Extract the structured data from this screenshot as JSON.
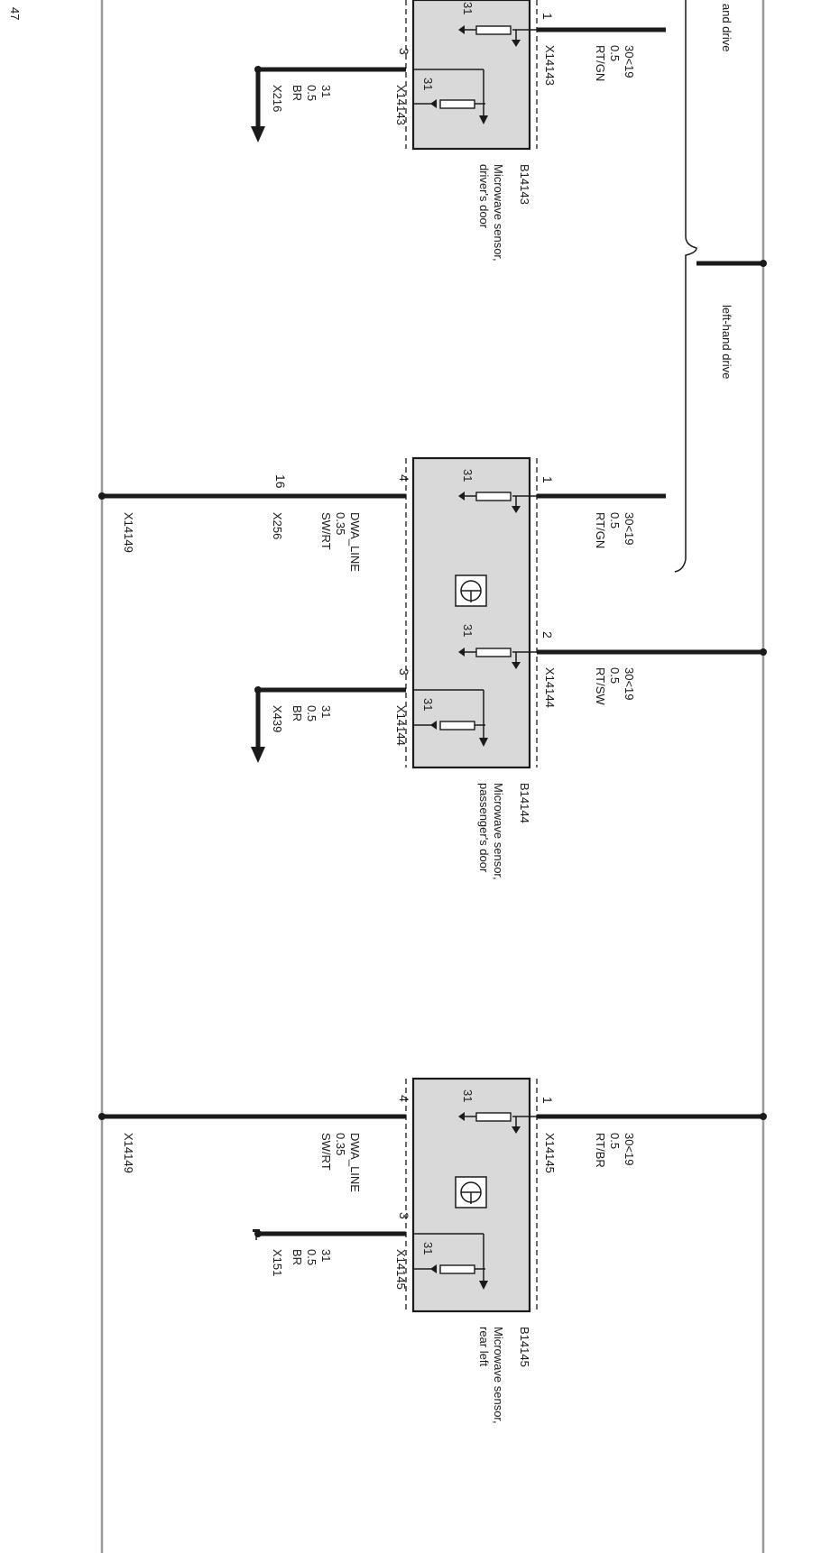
{
  "page": {
    "number": "47"
  },
  "brace_labels": {
    "top": "and drive",
    "middle": "left-hand drive"
  },
  "sensors": [
    {
      "id": "B14143",
      "name": "Microwave sensor,",
      "name2": "driver's door",
      "pins": {
        "p1": "1",
        "p3": "3"
      },
      "supply": {
        "signal": "30<19",
        "cross": "0.5",
        "color": "RT/GN",
        "connector": "X14143"
      },
      "ground": {
        "signal": "31",
        "cross": "0.5",
        "color": "BR",
        "connector": "X14143",
        "node": "X216"
      },
      "res_labels": [
        "31",
        "31"
      ]
    },
    {
      "id": "B14144",
      "name": "Microwave sensor,",
      "name2": "passenger's door",
      "pins": {
        "p1": "1",
        "p2": "2",
        "p3": "3",
        "p4": "4",
        "p16": "16"
      },
      "supply1": {
        "signal": "30<19",
        "cross": "0.5",
        "color": "RT/GN"
      },
      "supply2": {
        "signal": "30<19",
        "cross": "0.5",
        "color": "RT/SW",
        "connector": "X14144"
      },
      "line": {
        "signal": "DWA_LINE",
        "cross": "0.35",
        "color": "SW/RT",
        "node": "X256",
        "splice": "X14149"
      },
      "ground": {
        "signal": "31",
        "cross": "0.5",
        "color": "BR",
        "connector": "X14144",
        "node": "X439"
      },
      "res_labels": [
        "31",
        "31",
        "31"
      ]
    },
    {
      "id": "B14145",
      "name": "Microwave sensor,",
      "name2": "rear left",
      "pins": {
        "p1": "1",
        "p3": "3",
        "p4": "4"
      },
      "supply": {
        "signal": "30<19",
        "cross": "0.5",
        "color": "RT/BR",
        "connector": "X14145"
      },
      "line": {
        "signal": "DWA_LINE",
        "cross": "0.35",
        "color": "SW/RT",
        "splice": "X14149"
      },
      "ground": {
        "signal": "31",
        "cross": "0.5",
        "color": "BR",
        "connector": "X14145",
        "node": "X151"
      },
      "res_labels": [
        "31",
        "31"
      ]
    }
  ]
}
